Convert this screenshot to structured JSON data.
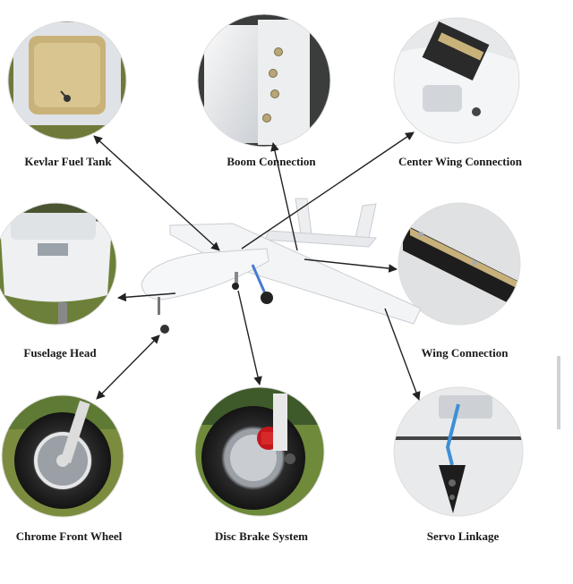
{
  "callouts": [
    {
      "id": "kevlar-fuel-tank",
      "label": "Kevlar Fuel Tank"
    },
    {
      "id": "boom-connection",
      "label": "Boom Connection"
    },
    {
      "id": "center-wing-connection",
      "label": "Center Wing Connection"
    },
    {
      "id": "fuselage-head",
      "label": "Fuselage Head"
    },
    {
      "id": "wing-connection",
      "label": "Wing Connection"
    },
    {
      "id": "chrome-front-wheel",
      "label": "Chrome Front Wheel"
    },
    {
      "id": "disc-brake-system",
      "label": "Disc Brake System"
    },
    {
      "id": "servo-linkage",
      "label": "Servo Linkage"
    }
  ],
  "colors": {
    "arrow": "#222222",
    "airframe": "#f2f3f5",
    "grass": "#7d8a3a",
    "brake_caliper": "#c4161c"
  }
}
